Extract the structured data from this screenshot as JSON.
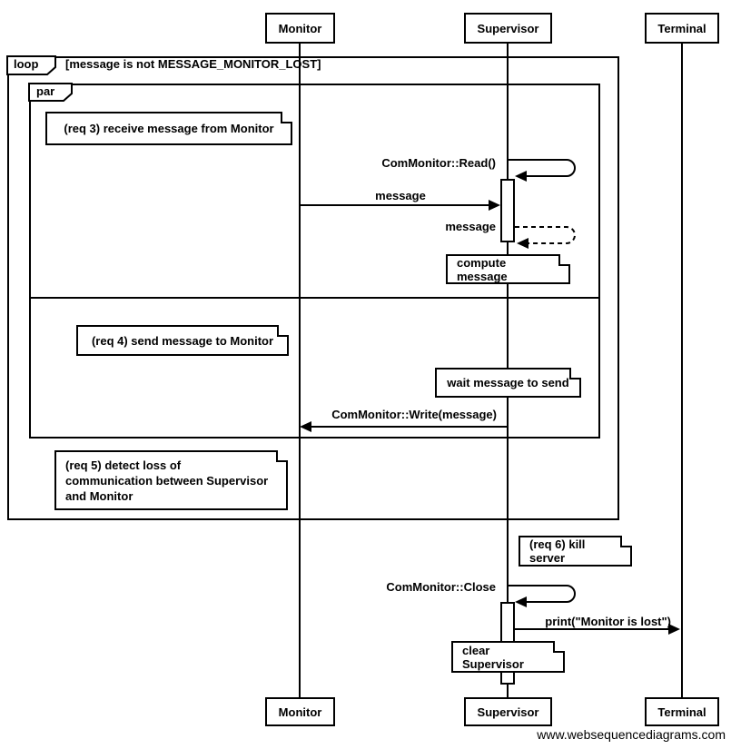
{
  "actors": [
    {
      "name": "Monitor"
    },
    {
      "name": "Supervisor"
    },
    {
      "name": "Terminal"
    }
  ],
  "fragments": {
    "loop": {
      "operator": "loop",
      "guard": "[message is not MESSAGE_MONITOR_LOST]"
    },
    "par": {
      "operator": "par"
    }
  },
  "notes": {
    "req3": "(req 3) receive message from Monitor",
    "compute": "compute message",
    "req4": "(req 4) send message to Monitor",
    "wait": "wait message to send",
    "req5": "(req 5) detect loss of\ncommunication between Supervisor\nand Monitor",
    "req6": "(req 6) kill server",
    "clear": "clear Supervisor"
  },
  "messages": {
    "read": "ComMonitor::Read()",
    "message_in": "message",
    "message_return": "message",
    "write": "ComMonitor::Write(message)",
    "close": "ComMonitor::Close",
    "print": "print(\"Monitor is lost\")"
  },
  "watermark": "www.websequencediagrams.com"
}
